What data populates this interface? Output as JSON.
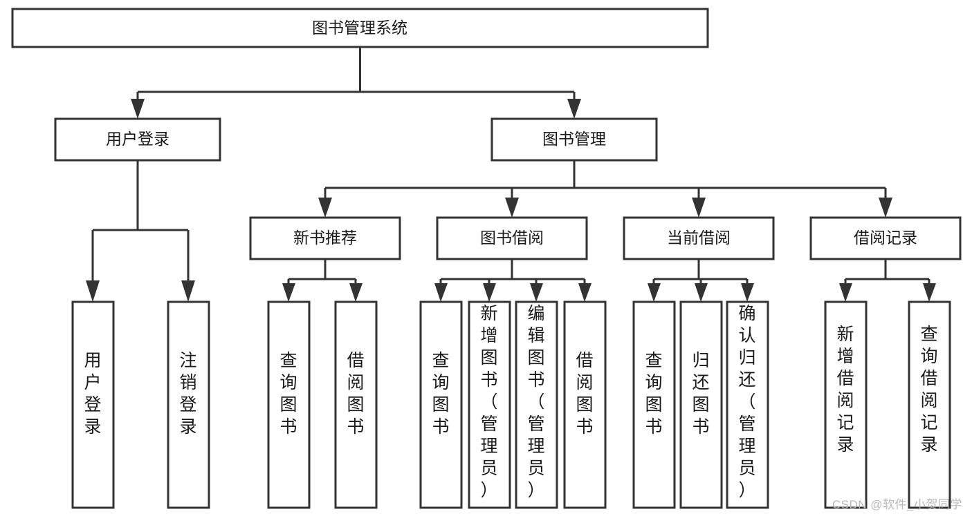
{
  "diagram": {
    "type": "tree-hierarchy-chart",
    "title": "图书管理系统",
    "watermark": "CSDN @软件_小贺同学",
    "colors": {
      "stroke": "#333333",
      "fill": "#ffffff",
      "text": "#1a1a1a",
      "watermark": "#b8b8b8"
    },
    "levels": {
      "level1": [
        "图书管理系统"
      ],
      "level2": [
        "用户登录",
        "图书管理"
      ],
      "level3": [
        "新书推荐",
        "图书借阅",
        "当前借阅",
        "借阅记录"
      ],
      "level4": [
        "用户登录",
        "注销登录",
        "查询图书",
        "借阅图书",
        "查询图书",
        "新增图书（管理员）",
        "编辑图书（管理员）",
        "借阅图书",
        "查询图书",
        "归还图书",
        "确认归还（管理员）",
        "新增借阅记录",
        "查询借阅记录"
      ]
    },
    "nodes": {
      "root": {
        "label": "图书管理系统"
      },
      "user_login": {
        "label": "用户登录"
      },
      "book_manage": {
        "label": "图书管理"
      },
      "new_book_rec": {
        "label": "新书推荐"
      },
      "book_borrow": {
        "label": "图书借阅"
      },
      "current_borrow": {
        "label": "当前借阅"
      },
      "borrow_record": {
        "label": "借阅记录"
      },
      "leaf_user_login": {
        "label": "用户登录"
      },
      "leaf_logout": {
        "label": "注销登录"
      },
      "leaf_query_book_1": {
        "label": "查询图书"
      },
      "leaf_borrow_book_1": {
        "label": "借阅图书"
      },
      "leaf_query_book_2": {
        "label": "查询图书"
      },
      "leaf_add_book_admin": {
        "label": "新增图书（管理员）"
      },
      "leaf_edit_book_admin": {
        "label": "编辑图书（管理员）"
      },
      "leaf_borrow_book_2": {
        "label": "借阅图书"
      },
      "leaf_query_book_3": {
        "label": "查询图书"
      },
      "leaf_return_book": {
        "label": "归还图书"
      },
      "leaf_confirm_return_admin": {
        "label": "确认归还（管理员）"
      },
      "leaf_add_borrow_record": {
        "label": "新增借阅记录"
      },
      "leaf_query_borrow_record": {
        "label": "查询借阅记录"
      }
    },
    "edges": [
      {
        "from": "图书管理系统",
        "to": "用户登录"
      },
      {
        "from": "图书管理系统",
        "to": "图书管理"
      },
      {
        "from": "用户登录",
        "to": "用户登录"
      },
      {
        "from": "用户登录",
        "to": "注销登录"
      },
      {
        "from": "图书管理",
        "to": "新书推荐"
      },
      {
        "from": "图书管理",
        "to": "图书借阅"
      },
      {
        "from": "图书管理",
        "to": "当前借阅"
      },
      {
        "from": "图书管理",
        "to": "借阅记录"
      },
      {
        "from": "新书推荐",
        "to": "查询图书"
      },
      {
        "from": "新书推荐",
        "to": "借阅图书"
      },
      {
        "from": "图书借阅",
        "to": "查询图书"
      },
      {
        "from": "图书借阅",
        "to": "新增图书（管理员）"
      },
      {
        "from": "图书借阅",
        "to": "编辑图书（管理员）"
      },
      {
        "from": "图书借阅",
        "to": "借阅图书"
      },
      {
        "from": "当前借阅",
        "to": "查询图书"
      },
      {
        "from": "当前借阅",
        "to": "归还图书"
      },
      {
        "from": "当前借阅",
        "to": "确认归还（管理员）"
      },
      {
        "from": "借阅记录",
        "to": "新增借阅记录"
      },
      {
        "from": "借阅记录",
        "to": "查询借阅记录"
      }
    ]
  }
}
